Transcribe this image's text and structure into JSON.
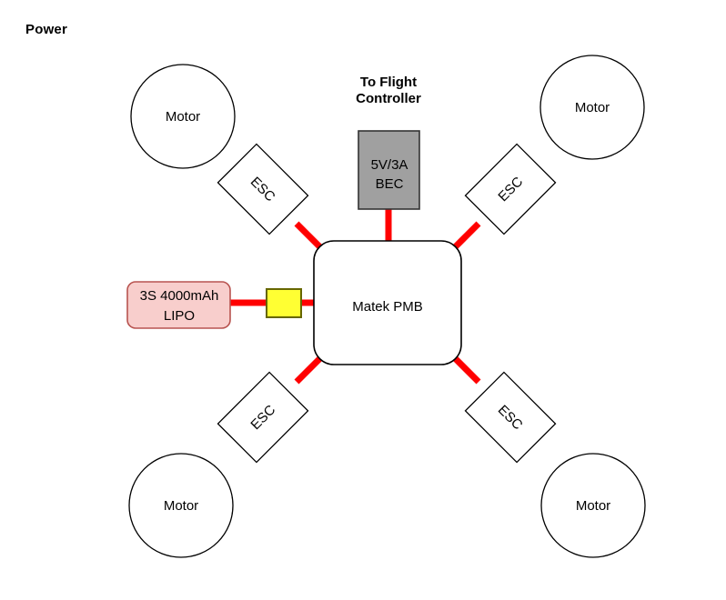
{
  "diagram": {
    "title": "Power",
    "flight_controller_label_line1": "To Flight",
    "flight_controller_label_line2": "Controller",
    "colors": {
      "wire": "#ff0000",
      "battery_fill": "#f8cecc",
      "battery_stroke": "#b85450",
      "bec_fill": "#a0a0a0",
      "bec_stroke": "#333333",
      "connector_fill": "#ffff33",
      "connector_stroke": "#666600",
      "shape_stroke": "#000000",
      "background": "#ffffff"
    },
    "nodes": {
      "pmb": {
        "label": "Matek PMB"
      },
      "bec": {
        "label_line1": "5V/3A",
        "label_line2": "BEC"
      },
      "battery": {
        "label_line1": "3S 4000mAh",
        "label_line2": "LIPO"
      },
      "connector": {
        "label": ""
      },
      "motors": [
        {
          "label": "Motor",
          "position": "top-left"
        },
        {
          "label": "Motor",
          "position": "top-right"
        },
        {
          "label": "Motor",
          "position": "bottom-left"
        },
        {
          "label": "Motor",
          "position": "bottom-right"
        }
      ],
      "escs": [
        {
          "label": "ESC",
          "position": "top-left"
        },
        {
          "label": "ESC",
          "position": "top-right"
        },
        {
          "label": "ESC",
          "position": "bottom-left"
        },
        {
          "label": "ESC",
          "position": "bottom-right"
        }
      ]
    }
  }
}
